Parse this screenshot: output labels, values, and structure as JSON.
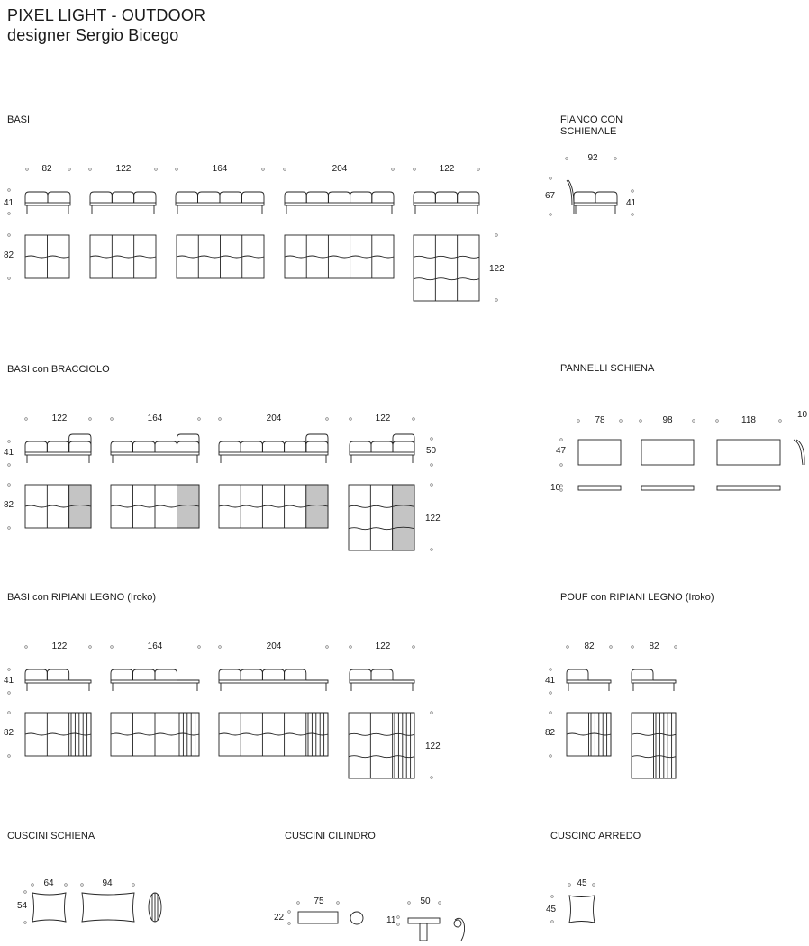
{
  "header": {
    "line1": "PIXEL LIGHT - OUTDOOR",
    "line2": "designer Sergio Bicego"
  },
  "sections": {
    "basi": "BASI",
    "fianco": "FIANCO CON",
    "fianco2": "SCHIENALE",
    "basi_bracciolo": "BASI con BRACCIOLO",
    "pannelli": "PANNELLI SCHIENA",
    "basi_ripiani": "BASI con RIPIANI LEGNO (Iroko)",
    "pouf": "POUF con RIPIANI LEGNO (Iroko)",
    "cuscini_schiena": "CUSCINI SCHIENA",
    "cuscini_cilindro": "CUSCINI CILINDRO",
    "cuscino_arredo": "CUSCINO ARREDO"
  },
  "dims": {
    "basi": {
      "w": [
        "82",
        "122",
        "164",
        "204",
        "122"
      ],
      "h": "41",
      "d": "82",
      "d2": "122"
    },
    "fianco": {
      "w": "92",
      "h": "67",
      "h2": "41"
    },
    "bracciolo": {
      "w": [
        "122",
        "164",
        "204",
        "122"
      ],
      "h": "41",
      "h2": "50",
      "d": "82",
      "d2": "122"
    },
    "pannelli": {
      "w": [
        "78",
        "98",
        "118"
      ],
      "t": "10",
      "h": "47",
      "t2": "10"
    },
    "ripiani": {
      "w": [
        "122",
        "164",
        "204",
        "122"
      ],
      "h": "41",
      "d": "82",
      "d2": "122"
    },
    "pouf": {
      "w": [
        "82",
        "82"
      ],
      "h": "41",
      "d": "82"
    },
    "cuscini_schiena": {
      "w": [
        "64",
        "94"
      ],
      "h": "54"
    },
    "cilindro": {
      "w": [
        "75",
        "50"
      ],
      "h": [
        "22",
        "11"
      ]
    },
    "arredo": {
      "w": "45",
      "h": "45"
    }
  }
}
